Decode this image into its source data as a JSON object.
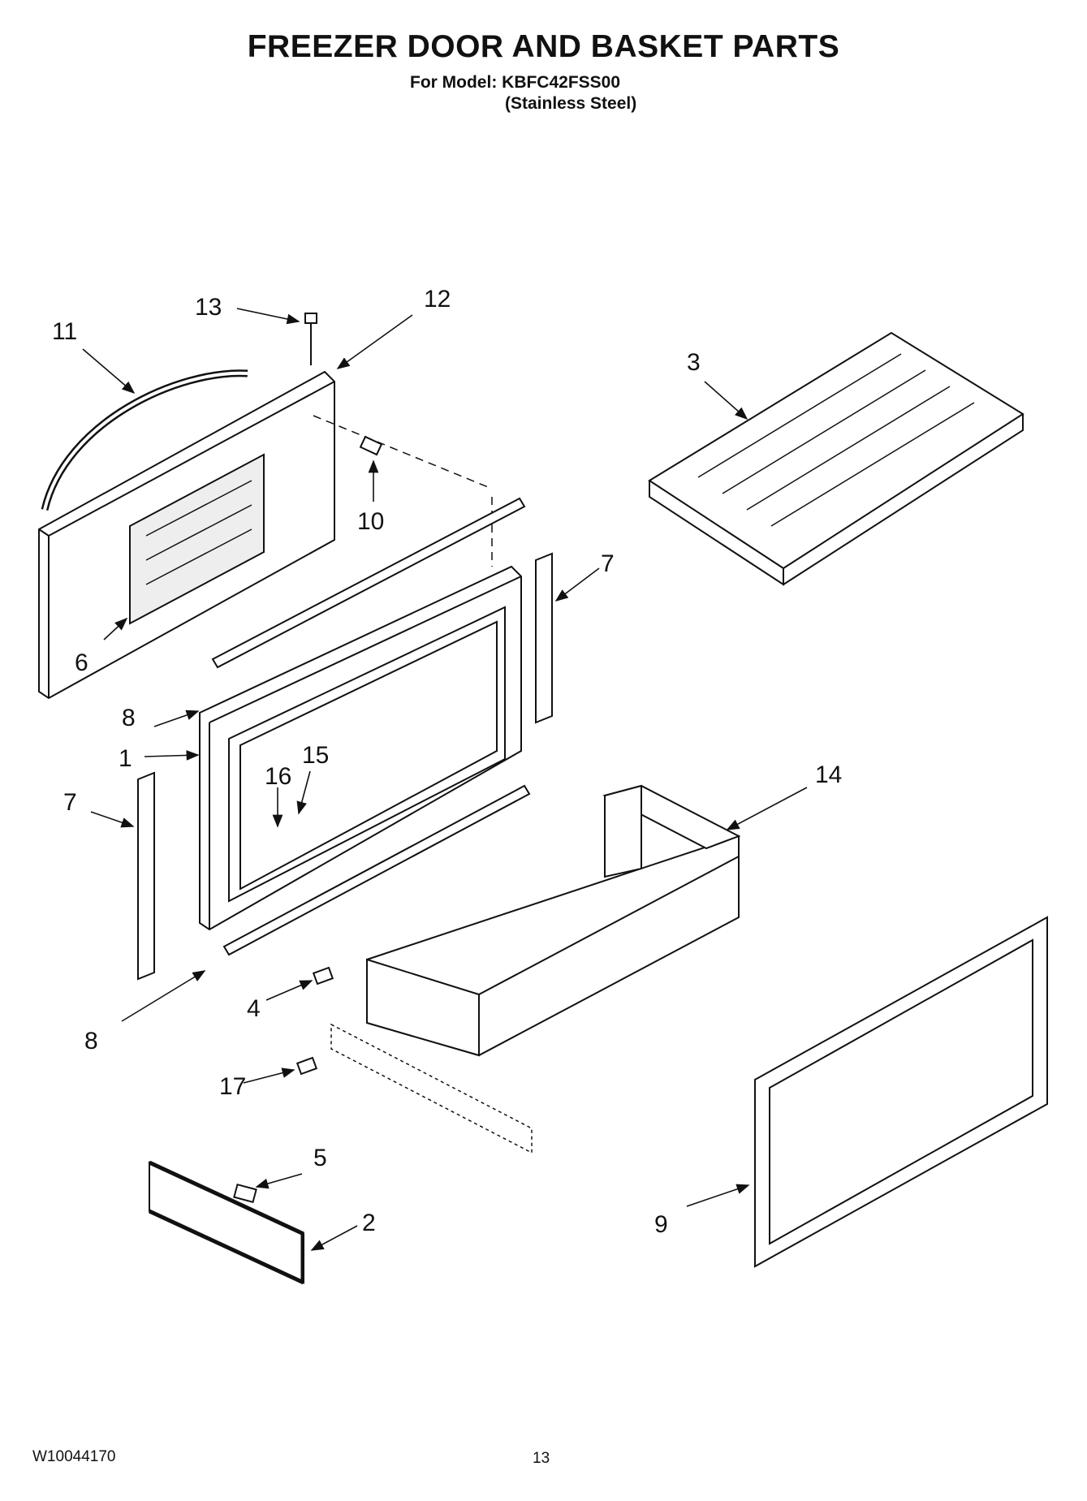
{
  "header": {
    "title": "FREEZER DOOR AND BASKET PARTS",
    "model_line": "For Model: KBFC42FSS00",
    "finish_line": "(Stainless Steel)"
  },
  "callouts": [
    "13",
    "12",
    "11",
    "3",
    "10",
    "7",
    "6",
    "8",
    "1",
    "15",
    "16",
    "14",
    "7",
    "8",
    "4",
    "17",
    "5",
    "2",
    "9"
  ],
  "footer": {
    "doc_number": "W10044170",
    "page_number": "13"
  }
}
